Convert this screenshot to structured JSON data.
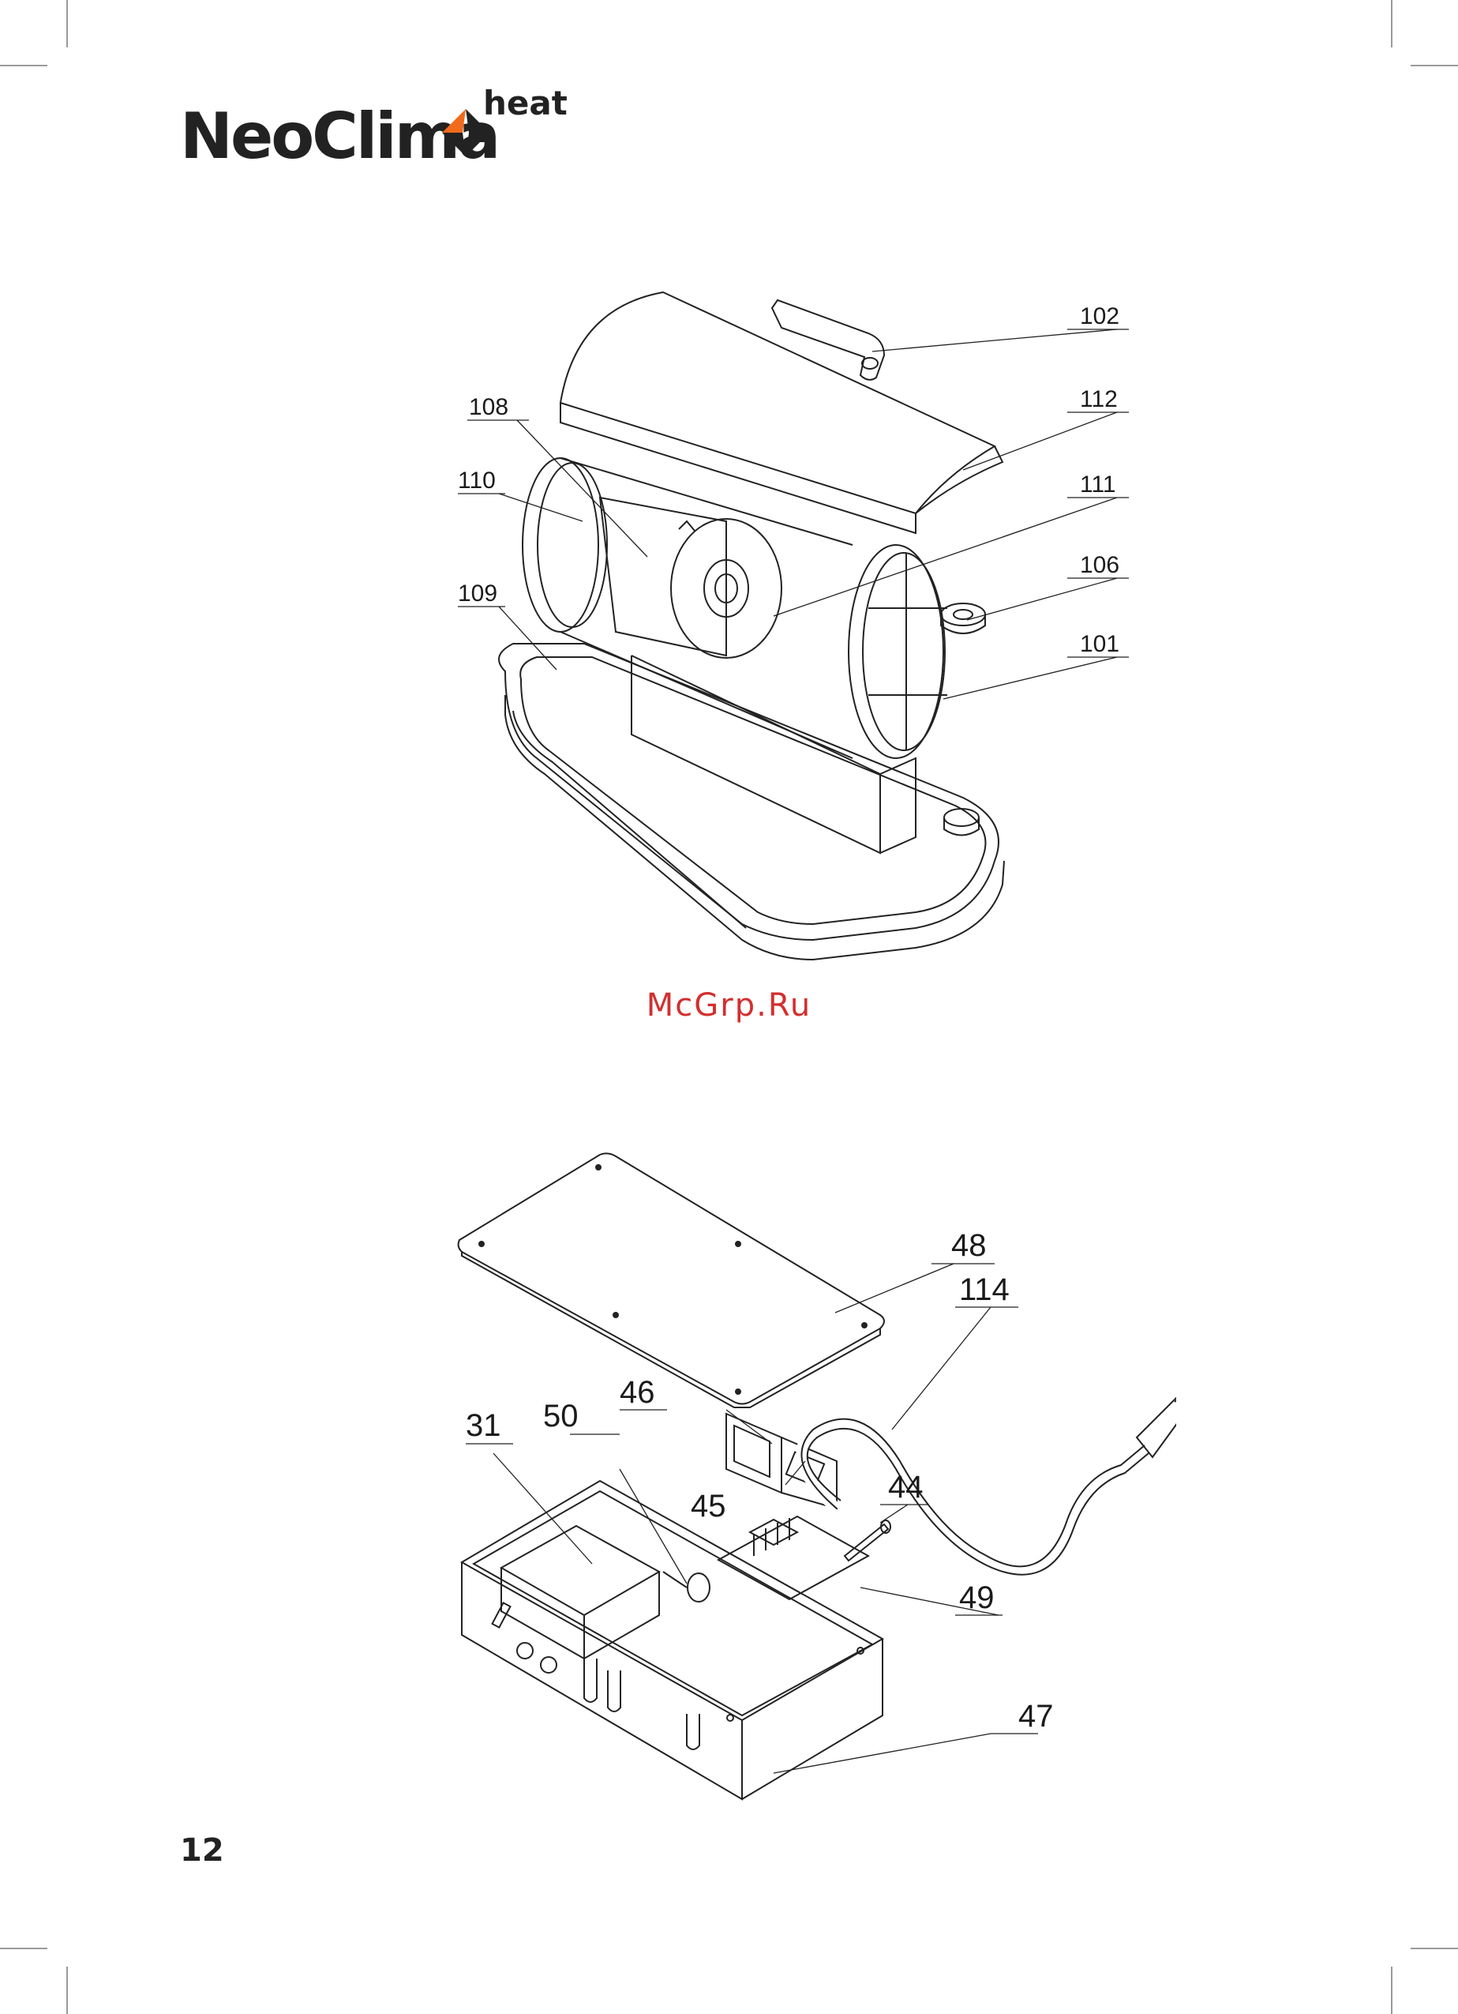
{
  "brand": {
    "name": "NeoClima",
    "suffix": "heat",
    "accent_color": "#f26a1b",
    "dark_color": "#222222"
  },
  "diagram_top": {
    "labels": {
      "l102": "102",
      "l112": "112",
      "l108": "108",
      "l110": "110",
      "l111": "111",
      "l106": "106",
      "l109": "109",
      "l101": "101"
    }
  },
  "watermark": "McGrp.Ru",
  "diagram_bottom": {
    "labels": {
      "l48": "48",
      "l114": "114",
      "l46": "46",
      "l50": "50",
      "l31": "31",
      "l45": "45",
      "l44": "44",
      "l49": "49",
      "l47": "47"
    }
  },
  "page_number": "12"
}
